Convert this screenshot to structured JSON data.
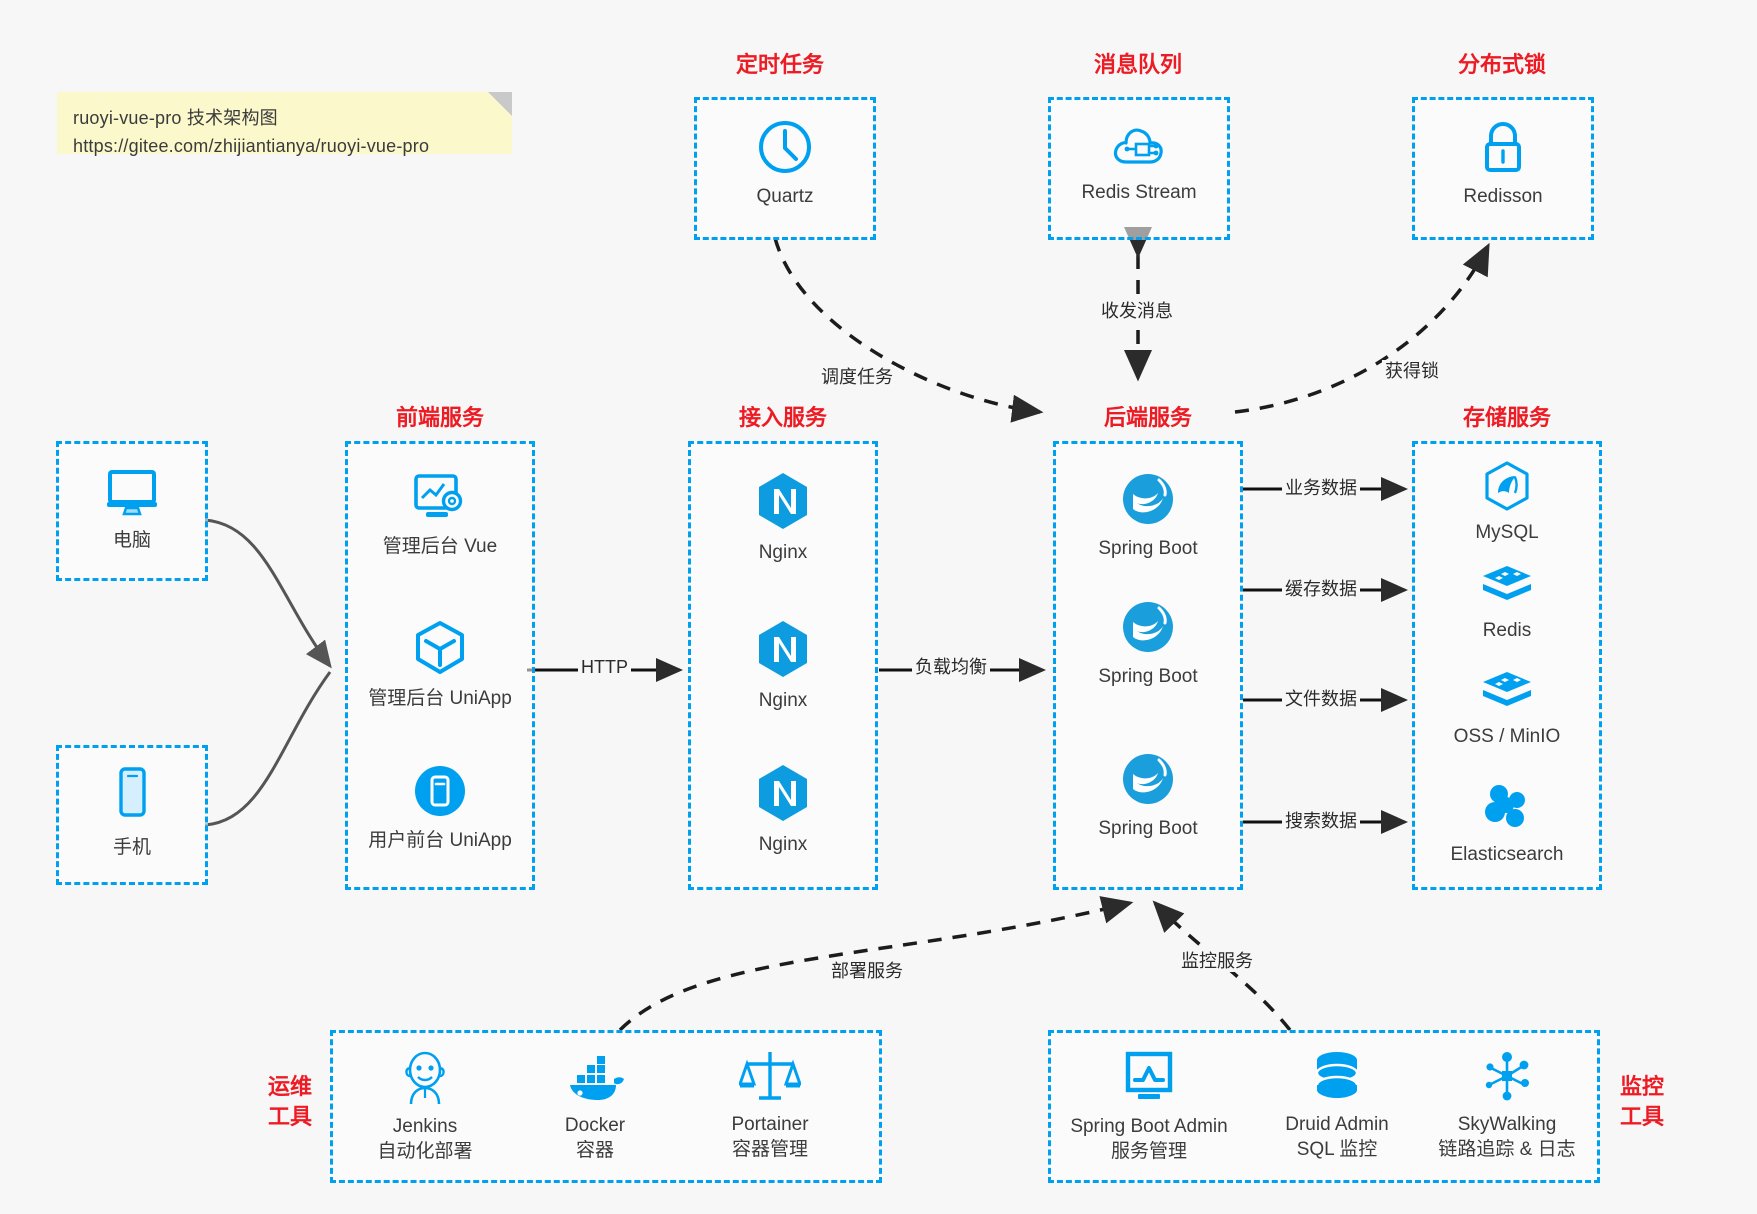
{
  "note": {
    "line1": "ruoyi-vue-pro 技术架构图",
    "line2": "https://gitee.com/zhijiantianya/ruoyi-vue-pro"
  },
  "colors": {
    "accent": "#00a0f0",
    "title_red": "#ed1c24",
    "background": "#f7f7f7",
    "note_bg": "#fbf8cc",
    "edge_dark": "#2b2b2b",
    "edge_gray": "#5a5a5a"
  },
  "groups": {
    "scheduled_task": {
      "title": "定时任务",
      "items": [
        {
          "label": "Quartz",
          "icon": "clock-icon"
        }
      ]
    },
    "message_queue": {
      "title": "消息队列",
      "items": [
        {
          "label": "Redis Stream",
          "icon": "cloud-stream-icon"
        }
      ]
    },
    "distributed_lock": {
      "title": "分布式锁",
      "items": [
        {
          "label": "Redisson",
          "icon": "lock-icon"
        }
      ]
    },
    "clients": {
      "items": [
        {
          "label": "电脑",
          "icon": "desktop-icon"
        },
        {
          "label": "手机",
          "icon": "mobile-icon"
        }
      ]
    },
    "frontend": {
      "title": "前端服务",
      "items": [
        {
          "label": "管理后台 Vue",
          "icon": "dashboard-gear-icon"
        },
        {
          "label": "管理后台 UniApp",
          "icon": "cube-icon"
        },
        {
          "label": "用户前台 UniApp",
          "icon": "app-circle-icon"
        }
      ]
    },
    "gateway": {
      "title": "接入服务",
      "items": [
        {
          "label": "Nginx",
          "icon": "nginx-icon"
        },
        {
          "label": "Nginx",
          "icon": "nginx-icon"
        },
        {
          "label": "Nginx",
          "icon": "nginx-icon"
        }
      ]
    },
    "backend": {
      "title": "后端服务",
      "items": [
        {
          "label": "Spring Boot",
          "icon": "spring-boot-icon"
        },
        {
          "label": "Spring Boot",
          "icon": "spring-boot-icon"
        },
        {
          "label": "Spring Boot",
          "icon": "spring-boot-icon"
        }
      ]
    },
    "storage": {
      "title": "存储服务",
      "items": [
        {
          "label": "MySQL",
          "icon": "mysql-icon"
        },
        {
          "label": "Redis",
          "icon": "redis-icon"
        },
        {
          "label": "OSS / MinIO",
          "icon": "oss-icon"
        },
        {
          "label": "Elasticsearch",
          "icon": "elasticsearch-icon"
        }
      ]
    },
    "ops_tools": {
      "title_line1": "运维",
      "title_line2": "工具",
      "items": [
        {
          "label": "Jenkins",
          "sub": "自动化部署",
          "icon": "jenkins-icon"
        },
        {
          "label": "Docker",
          "sub": "容器",
          "icon": "docker-icon"
        },
        {
          "label": "Portainer",
          "sub": "容器管理",
          "icon": "scales-icon"
        }
      ]
    },
    "monitor_tools": {
      "title_line1": "监控",
      "title_line2": "工具",
      "items": [
        {
          "label": "Spring Boot Admin",
          "sub": "服务管理",
          "icon": "monitor-chart-icon"
        },
        {
          "label": "Druid Admin",
          "sub": "SQL 监控",
          "icon": "database-icon"
        },
        {
          "label": "SkyWalking",
          "sub": "链路追踪 & 日志",
          "icon": "network-nodes-icon"
        }
      ]
    }
  },
  "edges": {
    "http": "HTTP",
    "load_balance": "负载均衡",
    "schedule_task": "调度任务",
    "send_receive_message": "收发消息",
    "acquire_lock": "获得锁",
    "business_data": "业务数据",
    "cache_data": "缓存数据",
    "file_data": "文件数据",
    "search_data": "搜索数据",
    "deploy_service": "部署服务",
    "monitor_service": "监控服务"
  }
}
